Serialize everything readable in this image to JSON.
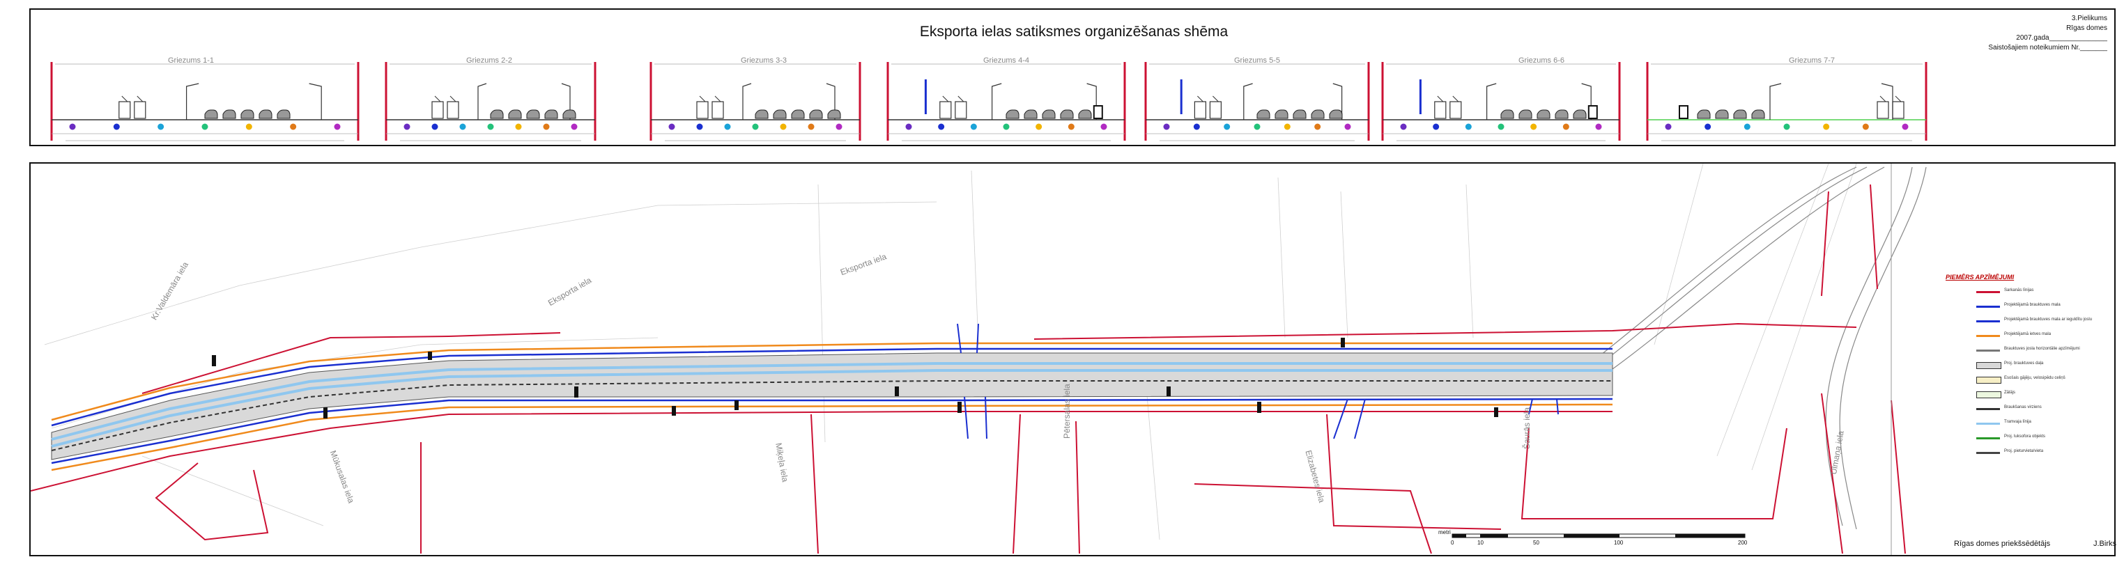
{
  "header": {
    "title": "Eksporta ielas satiksmes organizēšanas shēma",
    "stamp": [
      "3.Pielikums",
      "Rīgas domes",
      "2007.gada_______________",
      "Saistošajiem noteikumiem Nr._______"
    ]
  },
  "sections": [
    "Griezums 1-1",
    "Griezums 2-2",
    "Griezums 3-3",
    "Griezums 4-4",
    "Griezums 5-5",
    "Griezums 6-6",
    "Griezums 7-7"
  ],
  "streets": [
    "Kr.Valdemāra iela",
    "Eksporta iela",
    "Eksporta iela",
    "Mūkusalas iela",
    "Miķeļa iela",
    "Pētersalas iela",
    "Elizabetes iela",
    "Šaurās iela",
    "Ulmaņa iela"
  ],
  "legend": {
    "title": "PIEMĒRS APZĪMĒJUMI",
    "items": [
      {
        "label": "Sarkanās līnijas",
        "color": "#cc1133"
      },
      {
        "label": "Projektējamā brauktuves mala",
        "color": "#1a2fd0"
      },
      {
        "label": "Projektējamā brauktuves mala ar ieguldītu joslu",
        "color": "#1a2fd0"
      },
      {
        "label": "Projektējamā ietves mala",
        "color": "#f08a1c"
      },
      {
        "label": "Brauktuves josla horizontālie apzīmējumi",
        "color": "#777777"
      },
      {
        "label": "Proj. brauktuves daļa",
        "color": "#d8d8d8"
      },
      {
        "label": "Esošais gājēju, velosipēdu celiņš",
        "color": "#f7efc6"
      },
      {
        "label": "Zālājs",
        "color": "#ecf7df"
      },
      {
        "label": "Braukšanas virziens",
        "color": "#333333"
      },
      {
        "label": "Tramvaja līnija",
        "color": "#8fc7ef"
      },
      {
        "label": "Proj. luksofora objekts",
        "color": "#2a9a2a"
      },
      {
        "label": "Proj. pieturvieta/vieta",
        "color": "#444444"
      }
    ]
  },
  "scale": {
    "unit": "metri",
    "ticks": [
      "0",
      "10",
      "50",
      "100",
      "200"
    ]
  },
  "footer": {
    "left": "Rīgas domes priekšsēdētājs",
    "right": "J.Birks"
  }
}
